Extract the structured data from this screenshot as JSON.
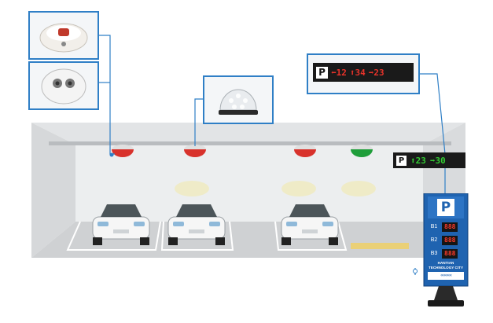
{
  "signs": {
    "main": {
      "p_label": "P",
      "lanes": [
        {
          "arrow": "left",
          "value": "12"
        },
        {
          "arrow": "up",
          "value": "34"
        },
        {
          "arrow": "right",
          "value": "23"
        }
      ]
    },
    "small": {
      "p_label": "P",
      "lanes": [
        {
          "arrow": "up",
          "value": "23"
        },
        {
          "arrow": "right",
          "value": "30"
        }
      ]
    }
  },
  "kiosk": {
    "p_label": "P",
    "rows": [
      {
        "label": "B1",
        "value": "888"
      },
      {
        "label": "B2",
        "value": "888"
      },
      {
        "label": "B3",
        "value": "888"
      }
    ],
    "company_line1": "HANTIAN",
    "company_line2": "TECHNOLOGY CITY"
  },
  "colors": {
    "callout_border": "#2f7fc6",
    "led_red": "#e8332a",
    "led_green": "#33cc33",
    "kiosk_blue": "#1f63b0"
  }
}
